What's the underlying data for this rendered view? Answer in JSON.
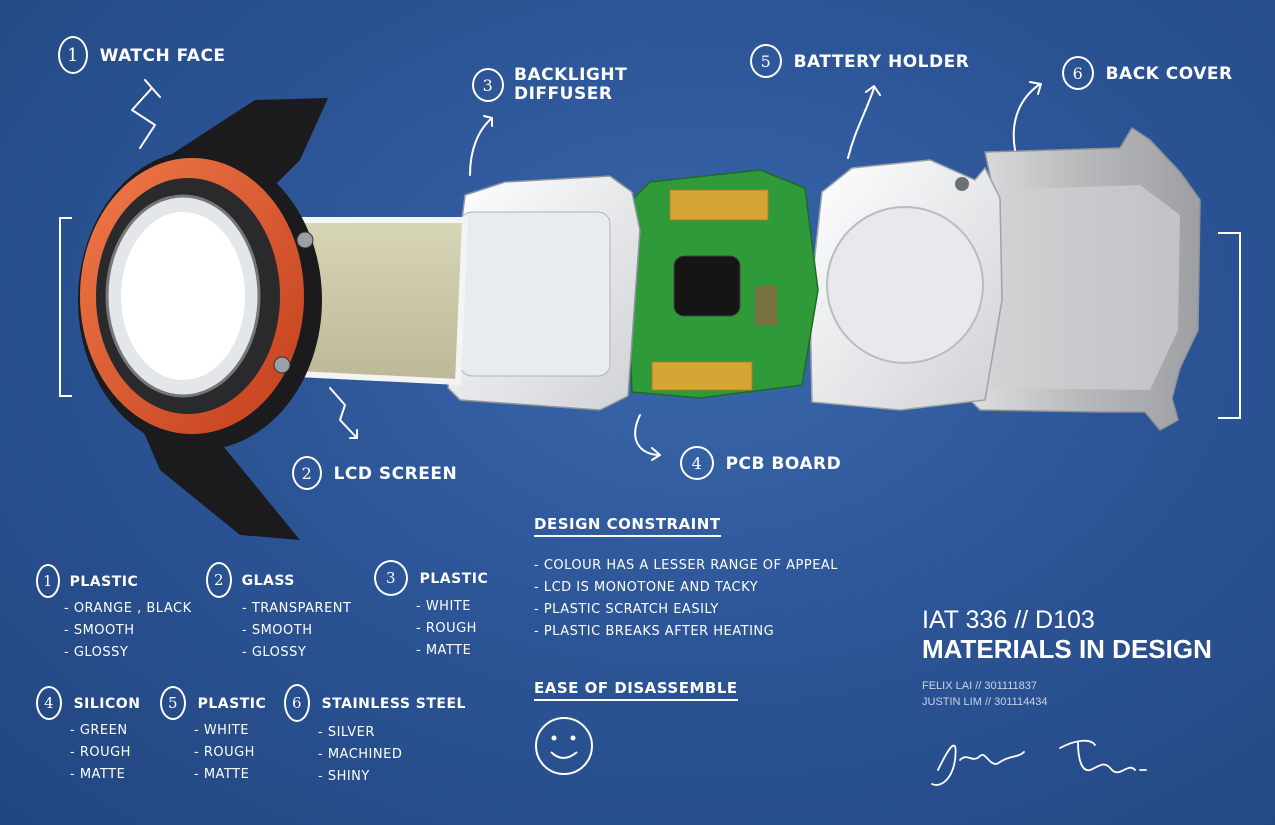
{
  "labels": {
    "watch_face": {
      "num": "1",
      "text": "WATCH FACE"
    },
    "lcd_screen": {
      "num": "2",
      "text": "LCD SCREEN"
    },
    "backlight_diffuser": {
      "num": "3",
      "text_line1": "BACKLIGHT",
      "text_line2": "DIFFUSER"
    },
    "pcb_board": {
      "num": "4",
      "text": "PCB BOARD"
    },
    "battery_holder": {
      "num": "5",
      "text": "BATTERY HOLDER"
    },
    "back_cover": {
      "num": "6",
      "text": "BACK COVER"
    }
  },
  "materials": [
    {
      "num": "1",
      "title": "PLASTIC",
      "items": [
        "- ORANGE , BLACK",
        "- SMOOTH",
        "- GLOSSY"
      ]
    },
    {
      "num": "2",
      "title": "GLASS",
      "items": [
        "- TRANSPARENT",
        "- SMOOTH",
        "- GLOSSY"
      ]
    },
    {
      "num": "3",
      "title": "PLASTIC",
      "items": [
        "- WHITE",
        "- ROUGH",
        "- MATTE"
      ]
    },
    {
      "num": "4",
      "title": "SILICON",
      "items": [
        "- GREEN",
        "- ROUGH",
        "- MATTE"
      ]
    },
    {
      "num": "5",
      "title": "PLASTIC",
      "items": [
        "- WHITE",
        "- ROUGH",
        "- MATTE"
      ]
    },
    {
      "num": "6",
      "title": "STAINLESS STEEL",
      "items": [
        "- SILVER",
        "- MACHINED",
        "- SHINY"
      ]
    }
  ],
  "design_constraint": {
    "title": "DESIGN CONSTRAINT",
    "items": [
      "- COLOUR HAS A LESSER RANGE OF APPEAL",
      "- LCD IS MONOTONE AND TACKY",
      "- PLASTIC SCRATCH EASILY",
      "- PLASTIC BREAKS AFTER HEATING"
    ]
  },
  "ease": {
    "title": "EASE OF DISASSEMBLE"
  },
  "course": {
    "code": "IAT 336 // D103",
    "title": "MATERIALS IN DESIGN"
  },
  "authors": [
    "FELIX LAI // 301111837",
    "JUSTIN LIM // 301114434"
  ],
  "colors": {
    "background": "#2c5597",
    "watch_orange": "#e0522b",
    "watch_black": "#1b1b1d",
    "pcb_green": "#2f9a3a",
    "gold_contacts": "#d7a534",
    "lcd_tan": "#cdc9aa"
  }
}
